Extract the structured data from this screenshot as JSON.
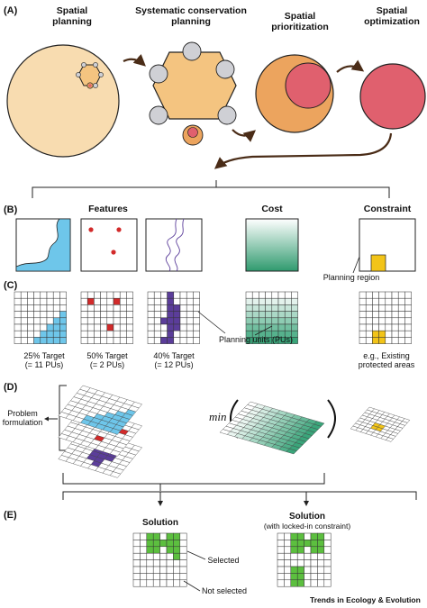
{
  "panels": {
    "a": "(A)",
    "b": "(B)",
    "c": "(C)",
    "d": "(D)",
    "e": "(E)"
  },
  "stages": {
    "spatial_planning": [
      "Spatial",
      "planning"
    ],
    "systematic_conservation_planning": [
      "Systematic conservation",
      "planning"
    ],
    "spatial_prioritization": [
      "Spatial",
      "prioritization"
    ],
    "spatial_optimization": [
      "Spatial",
      "optimization"
    ]
  },
  "columns": {
    "features": "Features",
    "cost": "Cost",
    "constraint": "Constraint"
  },
  "labels": {
    "planning_region": "Planning region",
    "planning_units": "Planning units (PUs)",
    "existing_protected": [
      "e.g., Existing",
      "protected areas"
    ],
    "problem_formulation": [
      "Problem",
      "formulation"
    ],
    "min": "min",
    "selected": "Selected",
    "not_selected": "Not selected"
  },
  "targets": [
    [
      "25% Target",
      "(= 11 PUs)"
    ],
    [
      "50% Target",
      "(= 2 PUs)"
    ],
    [
      "40% Target",
      "(= 12 PUs)"
    ]
  ],
  "solutions": {
    "plain": "Solution",
    "locked": [
      "Solution",
      "(with locked-in constraint)"
    ]
  },
  "journal": "Trends in Ecology & Evolution",
  "colors": {
    "feature_blue": "#6ec6ea",
    "feature_red": "#d22a2a",
    "feature_purple": "#5b3d9a",
    "cost_green": "#3aa57a",
    "constraint_yellow": "#f2c418",
    "selected_green": "#5cbf3f",
    "planning_circle": "#f8dcb0",
    "prioritization_orange": "#eca45e",
    "optimization_pink": "#e0606e",
    "scp_ring": "#f4c480",
    "node_grey": "#cfd0d5",
    "arrow_brown": "#4a2c17"
  }
}
